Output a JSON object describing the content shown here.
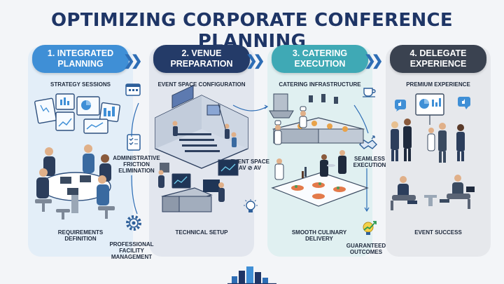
{
  "title": "OPTIMIZING CORPORATE CONFERENCE PLANNING",
  "stages": [
    {
      "title": "1. INTEGRATED PLANNING",
      "top_caption": "STRATEGY SESSIONS",
      "bottom_caption": "REQUIREMENTS DEFINITION",
      "color": "#3f8fd6"
    },
    {
      "title": "2. VENUE PREPARATION",
      "top_caption": "EVENT SPACE CONFIGURATION",
      "bottom_caption": "TECHNICAL SETUP",
      "color": "#243b68"
    },
    {
      "title": "3. CATERING EXECUTION",
      "top_caption": "CATERING INFRASTRUCTURE",
      "bottom_caption": "SMOOTH CULINARY DELIVERY",
      "color": "#3fa9b5"
    },
    {
      "title": "4. DELEGATE EXPERIENCE",
      "top_caption": "PREMIUM EXPERIENCE",
      "bottom_caption": "EVENT SUCCESS",
      "color": "#3a4250"
    }
  ],
  "connectors": {
    "c1": "ADMINISTRATIVE FRICTION ELIMINATION",
    "c2": "PROFESSIONAL FACILITY MANAGEMENT",
    "c3": "EVENT SPACE AV ⊘ AV",
    "c4": "SEAMLESS EXECUTION",
    "c5": "GUARANTEED OUTCOMES"
  },
  "colors": {
    "title": "#1e3566",
    "chevron": "#2d6db5"
  }
}
